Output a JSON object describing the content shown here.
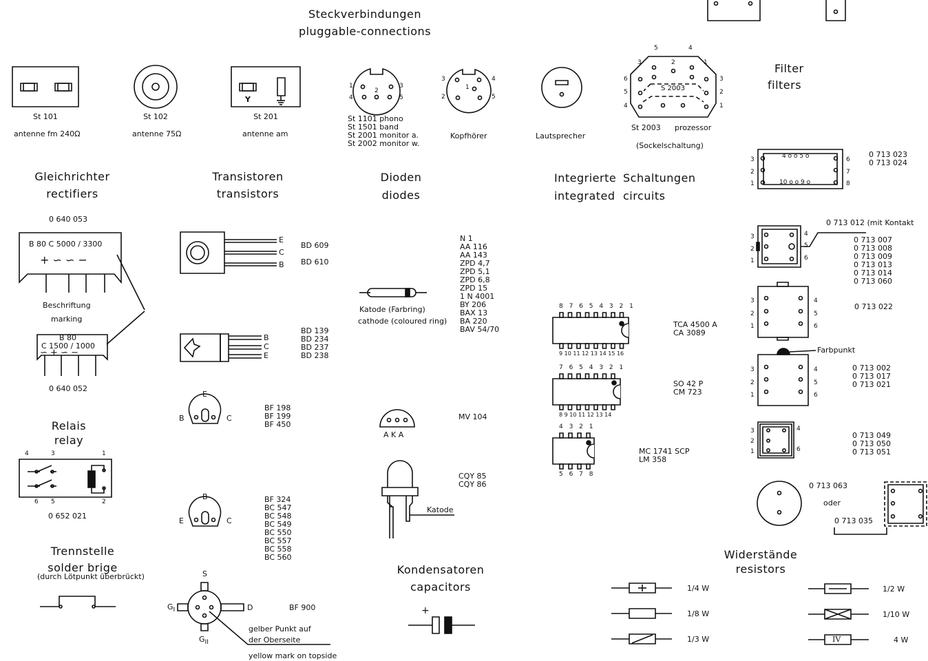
{
  "title": {
    "de": "Steckverbindungen",
    "en": "pluggable-connections"
  },
  "connectors": {
    "st101": {
      "id": "St 101",
      "desc": "antenne fm 240Ω"
    },
    "st102": {
      "id": "St 102",
      "desc": "antenne 75Ω"
    },
    "st201": {
      "id": "St 201",
      "desc": "antenne am",
      "y_label": "Y"
    },
    "din5": {
      "pins_left": "1",
      "pins_left2": "4",
      "pins_center": "2",
      "pins_right": "3",
      "pins_right2": "5",
      "list": [
        "St 1101  phono",
        "St 1501  band",
        "St 2001  monitor a.",
        "St 2002  monitor w."
      ]
    },
    "headphone": {
      "label": "Kopfhörer",
      "p1": "1",
      "p2": "2",
      "p3": "3",
      "p4": "4",
      "p5": "5"
    },
    "speaker": {
      "label": "Lautsprecher"
    },
    "st2003": {
      "id": "St 2003",
      "desc": "prozessor",
      "note": "(Sockelschaltung)",
      "inner": "S 2003",
      "pins": {
        "p1": "1",
        "p2": "2",
        "p3": "3",
        "p4": "4",
        "p5": "5",
        "p6": "6"
      }
    }
  },
  "sections": {
    "rectifiers": {
      "de": "Gleichrichter",
      "en": "rectifiers"
    },
    "transistors": {
      "de": "Transistoren",
      "en": "transistors"
    },
    "diodes": {
      "de": "Dioden",
      "en": "diodes"
    },
    "ics": {
      "de1": "Integrierte",
      "en1": "integrated",
      "de2": "Schaltungen",
      "en2": "circuits"
    },
    "filters": {
      "de": "Filter",
      "en": "filters"
    },
    "relay": {
      "de": "Relais",
      "en": "relay"
    },
    "solder": {
      "de": "Trennstelle",
      "en": "solder brige",
      "note": "(durch Lötpunkt überbrückt)"
    },
    "capacitors": {
      "de": "Kondensatoren",
      "en": "capacitors"
    },
    "resistors": {
      "de": "Widerstände",
      "en": "resistors"
    }
  },
  "rectifier": {
    "top_code": "0 640 053",
    "top_label": "B 80  C 5000 / 3300",
    "symbols": "+  ∽ ∽  −",
    "marking_de": "Beschriftung",
    "marking_en": "marking",
    "small_l1": "B 80",
    "small_l2": "C 1500 / 1000",
    "small_sym": "∽  +  ∽  −",
    "bottom_code": "0 640 052"
  },
  "transistors": {
    "t1": {
      "pins": [
        "E",
        "C",
        "B"
      ],
      "types": [
        "BD  609",
        "BD  610"
      ]
    },
    "t2": {
      "pins": [
        "B",
        "C",
        "E"
      ],
      "types": [
        "BD  139",
        "BD  234",
        "BD  237",
        "BD  238"
      ]
    },
    "t3": {
      "top": "E",
      "left": "B",
      "right": "C",
      "types": [
        "BF 198",
        "BF 199",
        "BF 450"
      ]
    },
    "t4": {
      "top": "B",
      "left": "E",
      "right": "C",
      "types": [
        "BF 324",
        "BC 547",
        "BC 548",
        "BC 549",
        "BC 550",
        "BC 557",
        "BC 558",
        "BC 560"
      ]
    },
    "t5": {
      "s": "S",
      "g1": "G",
      "g1sub": "I",
      "g2": "G",
      "g2sub": "II",
      "d": "D",
      "type": "BF 900",
      "note_de1": "gelber Punkt auf",
      "note_de2": "der Oberseite",
      "note_en": "yellow mark on topside"
    }
  },
  "diodes": {
    "list": [
      "N    1",
      "AA 116",
      "AA 143",
      "ZPD 4,7",
      "ZPD 5,1",
      "ZPD 6,8",
      "ZPD 15",
      "1 N 4001",
      "BY  206",
      "BAX  13",
      "BA   220",
      "BAV 54/70"
    ],
    "cathode_de": "Katode (Farbring)",
    "cathode_en": "cathode (coloured ring)",
    "varicap_pins": "A K A",
    "varicap_type": "MV 104",
    "led_types": [
      "CQY 85",
      "CQY 86"
    ],
    "led_katode": "Katode"
  },
  "ics": {
    "ic16": {
      "top_pins": "8 7 6 5 4 3 2 1",
      "bottom_pins": "9 10 11 12 13 14 15 16",
      "types": [
        "TCA  4500 A",
        "CA    3089"
      ]
    },
    "ic14": {
      "top_pins": "7 6 5 4 3 2 1",
      "bottom_pins": "8 9 10 11 12 13 14",
      "types": [
        "SO    42 P",
        "CM    723"
      ]
    },
    "ic8": {
      "top_pins": "4 3 2 1",
      "bottom_pins": "5 6 7 8",
      "types": [
        "MC    1741 SCP",
        "LM    358"
      ]
    }
  },
  "filters": {
    "f1": {
      "codes": [
        "0 713 023",
        "0 713 024"
      ],
      "left": [
        "3",
        "2",
        "1"
      ],
      "right": [
        "6",
        "7",
        "8"
      ],
      "top": "4 o   o 5   o",
      "bot": "10 o   o 9   o"
    },
    "f2": {
      "code_head": "0 713 012  (mit Kontakt",
      "codes": [
        "0 713 007",
        "0 713 008",
        "0 713 009",
        "0 713 013",
        "0 713 014",
        "0 713 060"
      ],
      "left": [
        "3",
        "2",
        "1"
      ],
      "right": [
        "4",
        "5",
        "6"
      ],
      "pin5": "5"
    },
    "f3": {
      "code": "0 713 022",
      "left": [
        "3",
        "2",
        "1"
      ],
      "right": [
        "4",
        "5",
        "6"
      ]
    },
    "f4": {
      "farbpunkt": "Farbpunkt",
      "codes": [
        "0 713 002",
        "0 713 017",
        "0 713 021"
      ],
      "left": [
        "3",
        "2",
        "1"
      ],
      "right": [
        "4",
        "5",
        "6"
      ]
    },
    "f5": {
      "codes": [
        "0 713 049",
        "0 713 050",
        "0 713 051"
      ],
      "left": [
        "3",
        "2",
        "1"
      ],
      "right": [
        "4",
        "6"
      ]
    },
    "f6": {
      "code1": "0 713 063",
      "oder": "oder",
      "code2": "0 713 035"
    }
  },
  "relay": {
    "pins_top": [
      "4",
      "3",
      "1"
    ],
    "pins_bottom": [
      "6",
      "5",
      "2"
    ],
    "code": "0 652 021"
  },
  "resistors": {
    "left": [
      "1/4  W",
      "1/8  W",
      "1/3  W"
    ],
    "right": [
      "1/2  W",
      "1/10  W",
      "4  W"
    ],
    "iv_mark": "IV"
  },
  "capacitor": {
    "plus": "+"
  }
}
